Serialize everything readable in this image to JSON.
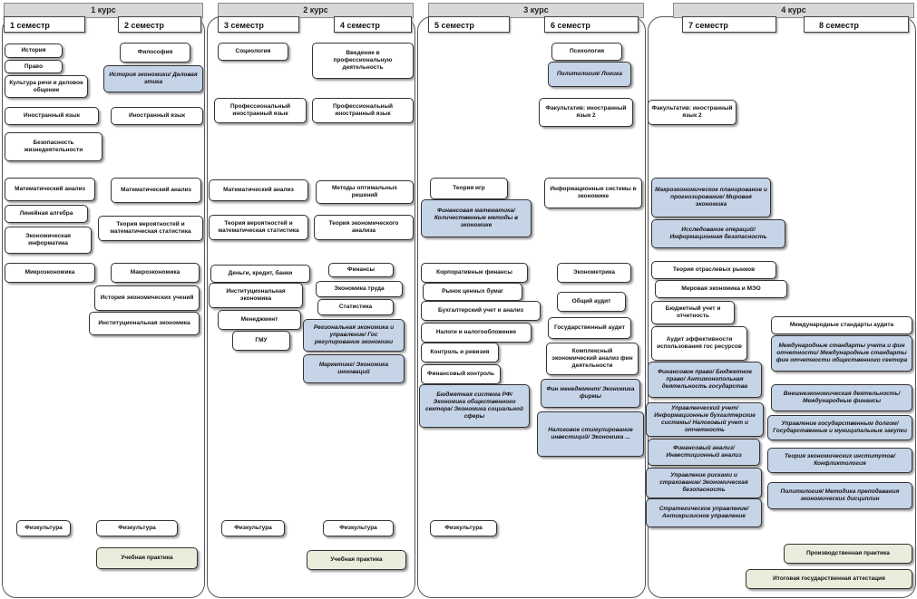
{
  "years": [
    "1 курс",
    "2 курс",
    "3 курс",
    "4 курс"
  ],
  "semesters": [
    "1 семестр",
    "2 семестр",
    "3 семестр",
    "4 семестр",
    "5 семестр",
    "6 семестр",
    "7 семестр",
    "8 семестр"
  ],
  "courses": {
    "s1": [
      "История",
      "Право",
      "Культура речи и деловое общение",
      "Иностранный язык",
      "Безопасность жизнедеятельности",
      "Математический анализ",
      "Линейная алгебра",
      "Экономическая информатика",
      "Микроэкономика",
      "Физкультура"
    ],
    "s2": [
      "Философия",
      "История экономики/ Деловая этика",
      "Иностранный язык",
      "Математический анализ",
      "Теория вероятностей и математическая статистика",
      "Макроэкономика",
      "История экономических учений",
      "Институциональная экономика",
      "Физкультура",
      "Учебная практика"
    ],
    "s3": [
      "Социология",
      "Профессиональный иностранный язык",
      "Математический анализ",
      "Теория вероятностей и математическая статистика",
      "Деньги, кредит, банки",
      "Институциональная экономика",
      "Менеджмент",
      "ГМУ",
      "Физкультура"
    ],
    "s4": [
      "Введение в профессиональную деятельность",
      "Профессиональный иностранный язык",
      "Методы оптимальных решений",
      "Теория экономического анализа",
      "Финансы",
      "Экономика труда",
      "Статистика",
      "Региональная экономика и управление/ Гос регулирование экономики",
      "Маркетинг/ Экономика инноваций",
      "Физкультура",
      "Учебная практика"
    ],
    "s5": [
      "Теория игр",
      "Финансовая математика/ Количественные методы в экономике",
      "Корпоративные финансы",
      "Рынок ценных бумаг",
      "Бухгалтерский учет и анализ",
      "Налоги и налогообложение",
      "Контроль и ревизия",
      "Финансовый контроль",
      "Бюджетная система РФ/ Экономика общественного сектора/ Экономика социальной сферы",
      "Физкультура"
    ],
    "s6": [
      "Психология",
      "Политология/ Логика",
      "Факультатив: иностранный язык 2",
      "Информационные системы в экономике",
      "Эконометрика",
      "Общий аудит",
      "Государственный аудит",
      "Комплексный экономический анализ фин деятельности",
      "Фин менеджмент/ Экономика фирмы",
      "Налоговое стимулирование инвестиций/ Экономика ..."
    ],
    "s7": [
      "Факультатив: иностранный язык 2",
      "Макроэкономическое планирование и прогнозирование/ Мировая экономика",
      "Исследование операций/ Информационная безопасность",
      "Теория отраслевых рынков",
      "Мировая экономика и МЭО",
      "Бюджетный учет и отчетность",
      "Аудит эффективности использования гос ресурсов",
      "Финансовое право/ Бюджетное право/ Антимонопольная деятельность государства",
      "Управленческий учет/ Информационные бухгалтерские системы/ Налоговый учет и отчетность",
      "Финансовый анализ/ Инвестиционный анализ",
      "Управление рисками и страхование/ Экономическая безопасность",
      "Стратегическое управление/ Антикризисное управление"
    ],
    "s8": [
      "Международные стандарты аудита",
      "Международные стандарты учета и фин отчетности/ Международные стандарты фин отчетности общественного сектора",
      "Внешнеэкономическая деятельность/ Международные финансы",
      "Управление государственным долгом/ Государственные и муниципальные закупки",
      "Теория экономических институтов/ Конфликтология",
      "Политология/ Методика преподавания экономических дисциплин",
      "Производственная практика",
      "Итоговая государственная аттестация"
    ]
  }
}
